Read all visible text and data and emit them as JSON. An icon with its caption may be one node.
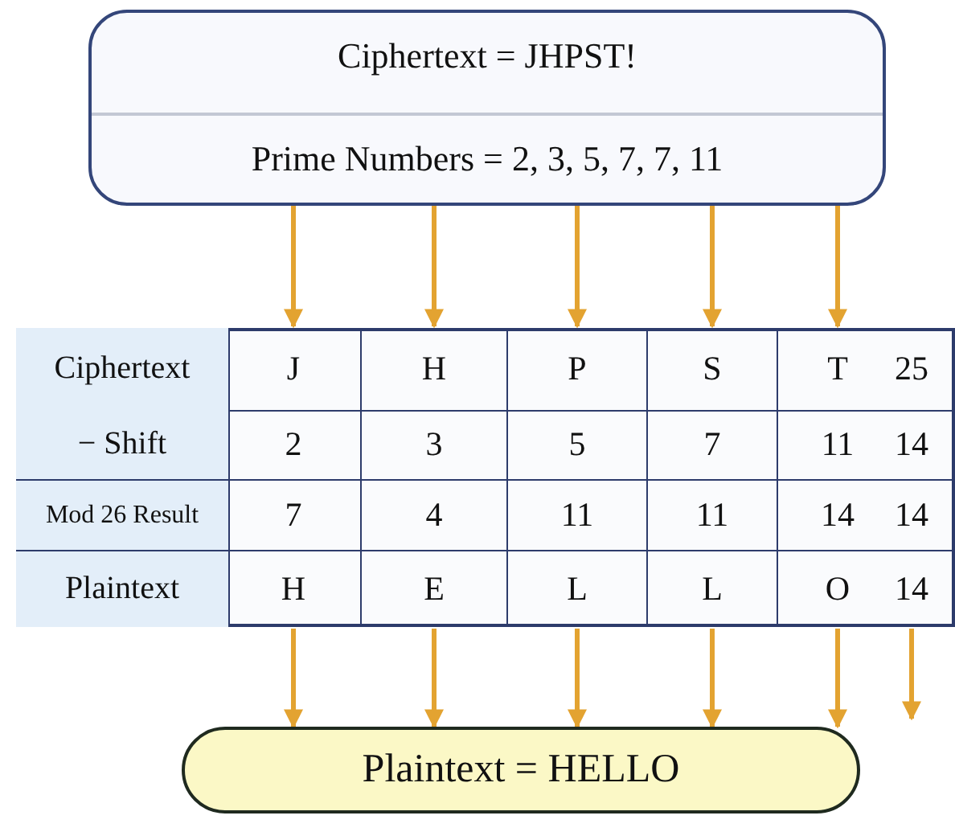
{
  "diagram": {
    "nodes": [
      {
        "text": [
          "Ciphertext = JHPST!",
          "Prime Numbers = 2, 3, 5, 7, 7, 11"
        ]
      },
      {
        "text": [
          "J"
        ]
      },
      {
        "text": [
          "H"
        ]
      },
      {
        "text": [
          "P"
        ]
      },
      {
        "text": [
          "S"
        ]
      },
      {
        "text": [
          "T"
        ]
      },
      {
        "text": [
          "H"
        ]
      },
      {
        "text": [
          "E"
        ]
      },
      {
        "text": [
          "L"
        ]
      },
      {
        "text": [
          "L"
        ]
      },
      {
        "text": [
          "O"
        ]
      },
      {
        "text": [
          "14"
        ]
      },
      {
        "text": [
          "Plaintext = HELLO"
        ]
      }
    ],
    "edges": [
      {
        "from": 0,
        "to": 1,
        "arrow": "to"
      },
      {
        "from": 0,
        "to": 2,
        "arrow": "to"
      },
      {
        "from": 0,
        "to": 3,
        "arrow": "to"
      },
      {
        "from": 0,
        "to": 4,
        "arrow": "to"
      },
      {
        "from": 0,
        "to": 5,
        "arrow": "to"
      },
      {
        "from": 6,
        "to": 12,
        "arrow": "to"
      },
      {
        "from": 7,
        "to": 12,
        "arrow": "to"
      },
      {
        "from": 8,
        "to": 12,
        "arrow": "to"
      },
      {
        "from": 9,
        "to": 12,
        "arrow": "to"
      },
      {
        "from": 10,
        "to": 12,
        "arrow": "to"
      },
      {
        "from": 11,
        "to": null,
        "arrow": "to"
      }
    ],
    "labels": [
      "Ciphertext",
      "25",
      "− Shift",
      "2",
      "3",
      "5",
      "7",
      "11",
      "14",
      "Mod 26 Result",
      "7",
      "4",
      "11",
      "11",
      "14",
      "14",
      "Plaintext"
    ]
  }
}
